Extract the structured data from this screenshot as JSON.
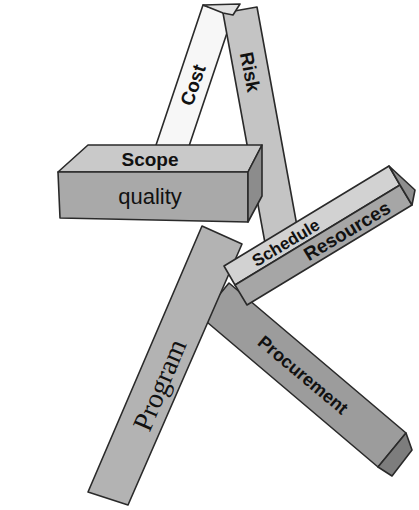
{
  "diagram": {
    "labels": [
      "Cost",
      "Risk",
      "Scope",
      "quality",
      "Schedule",
      "Resources",
      "Program",
      "Procurement"
    ]
  }
}
